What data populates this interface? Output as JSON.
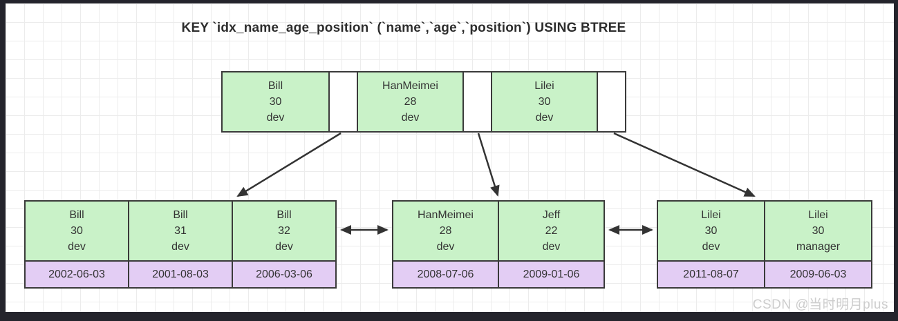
{
  "title": "KEY `idx_name_age_position` (`name`,`age`,`position`) USING BTREE",
  "watermark": "CSDN @当时明月plus",
  "colors": {
    "key_cell": "#c9f2c8",
    "data_cell": "#e3cdf4",
    "node_border": "#3a3a3a",
    "arrow": "#333333",
    "frame": "#24242c"
  },
  "root": {
    "keys": [
      {
        "name": "Bill",
        "age": "30",
        "position": "dev"
      },
      {
        "name": "HanMeimei",
        "age": "28",
        "position": "dev"
      },
      {
        "name": "Lilei",
        "age": "30",
        "position": "dev"
      }
    ]
  },
  "leaves": [
    {
      "entries": [
        {
          "name": "Bill",
          "age": "30",
          "position": "dev",
          "date": "2002-06-03"
        },
        {
          "name": "Bill",
          "age": "31",
          "position": "dev",
          "date": "2001-08-03"
        },
        {
          "name": "Bill",
          "age": "32",
          "position": "dev",
          "date": "2006-03-06"
        }
      ]
    },
    {
      "entries": [
        {
          "name": "HanMeimei",
          "age": "28",
          "position": "dev",
          "date": "2008-07-06"
        },
        {
          "name": "Jeff",
          "age": "22",
          "position": "dev",
          "date": "2009-01-06"
        }
      ]
    },
    {
      "entries": [
        {
          "name": "Lilei",
          "age": "30",
          "position": "dev",
          "date": "2011-08-07"
        },
        {
          "name": "Lilei",
          "age": "30",
          "position": "manager",
          "date": "2009-06-03"
        }
      ]
    }
  ]
}
